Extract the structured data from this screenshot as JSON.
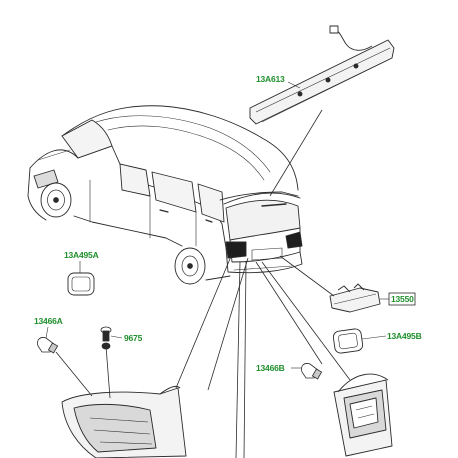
{
  "colors": {
    "label_green": "#1f8f2c",
    "line_dark": "#2b2b2b",
    "line_light": "#9a9a9a",
    "fill_dark": "#2a2a2a",
    "fill_grey": "#d9d9d9"
  },
  "parts": [
    {
      "id": "high-mount-stop-lamp",
      "part_number": "13A613"
    },
    {
      "id": "lamp-seal-left",
      "part_number": "13A495A"
    },
    {
      "id": "bulb-left",
      "part_number": "13466A"
    },
    {
      "id": "screw",
      "part_number": "9675"
    },
    {
      "id": "licence-plate-lamp",
      "part_number": "13550"
    },
    {
      "id": "lamp-seal-right",
      "part_number": "13A495B"
    },
    {
      "id": "bulb-right",
      "part_number": "13466B"
    }
  ]
}
